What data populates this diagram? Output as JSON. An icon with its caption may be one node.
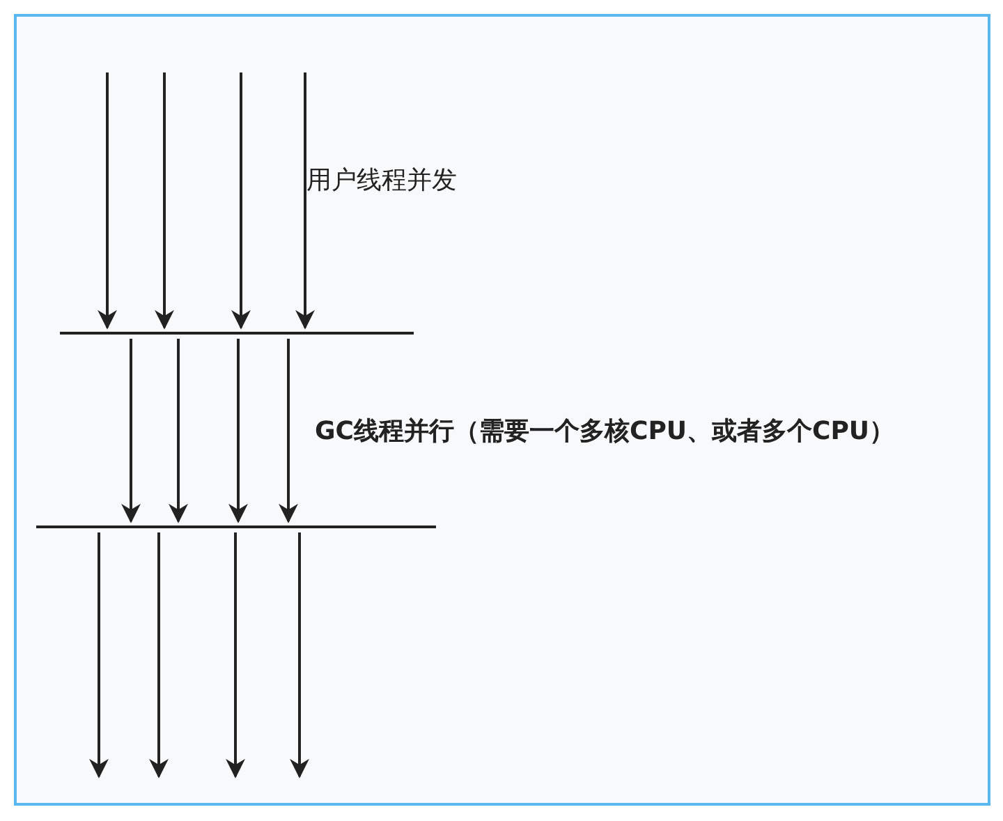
{
  "diagram": {
    "nodes": [
      {
        "text": [],
        "shape": "bar"
      },
      {
        "text": [],
        "shape": "bar"
      }
    ],
    "edges": [
      {
        "from": null,
        "to": 0,
        "arrow": "to"
      },
      {
        "from": null,
        "to": 0,
        "arrow": "to"
      },
      {
        "from": null,
        "to": 0,
        "arrow": "to"
      },
      {
        "from": null,
        "to": 0,
        "arrow": "to"
      },
      {
        "from": 0,
        "to": 1,
        "arrow": "to"
      },
      {
        "from": 0,
        "to": 1,
        "arrow": "to"
      },
      {
        "from": 0,
        "to": 1,
        "arrow": "to"
      },
      {
        "from": 0,
        "to": 1,
        "arrow": "to"
      },
      {
        "from": 1,
        "to": null,
        "arrow": "to"
      },
      {
        "from": 1,
        "to": null,
        "arrow": "to"
      },
      {
        "from": 1,
        "to": null,
        "arrow": "to"
      },
      {
        "from": 1,
        "to": null,
        "arrow": "to"
      }
    ],
    "labels": [
      "用户线程并发",
      "GC线程并行（需要一个多核CPU、或者多个CPU）"
    ]
  }
}
